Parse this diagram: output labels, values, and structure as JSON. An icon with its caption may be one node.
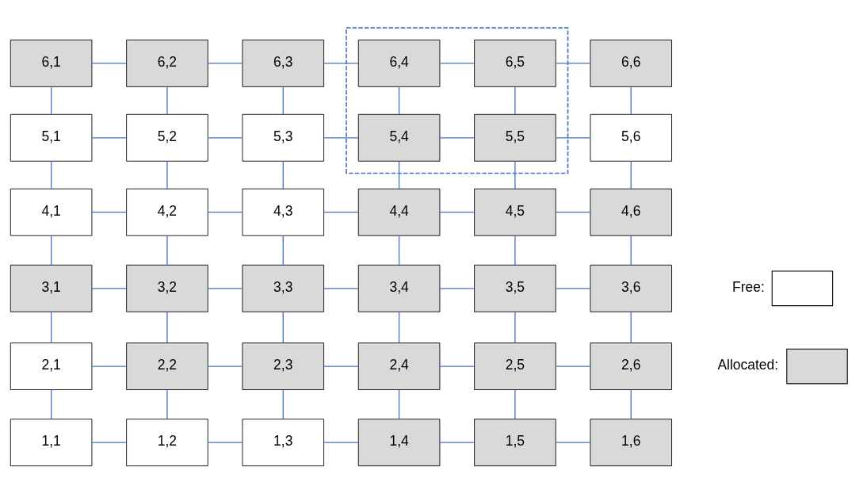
{
  "diagram": {
    "nodes": [
      {
        "text": [],
        "shape": "box"
      },
      {
        "text": [
          "6,1"
        ]
      },
      {
        "text": [
          "6,2"
        ]
      },
      {
        "text": [
          "6,3"
        ]
      },
      {
        "text": [
          "6,4"
        ],
        "in": 0
      },
      {
        "text": [
          "6,5"
        ],
        "in": 0
      },
      {
        "text": [
          "6,6"
        ]
      },
      {
        "text": [
          "5,1"
        ]
      },
      {
        "text": [
          "5,2"
        ]
      },
      {
        "text": [
          "5,3"
        ]
      },
      {
        "text": [
          "5,4"
        ],
        "in": 0
      },
      {
        "text": [
          "5,5"
        ],
        "in": 0
      },
      {
        "text": [
          "5,6"
        ]
      },
      {
        "text": [
          "4,1"
        ]
      },
      {
        "text": [
          "4,2"
        ]
      },
      {
        "text": [
          "4,3"
        ]
      },
      {
        "text": [
          "4,4"
        ]
      },
      {
        "text": [
          "4,5"
        ]
      },
      {
        "text": [
          "4,6"
        ]
      },
      {
        "text": [
          "3,1"
        ]
      },
      {
        "text": [
          "3,2"
        ]
      },
      {
        "text": [
          "3,3"
        ]
      },
      {
        "text": [
          "3,4"
        ]
      },
      {
        "text": [
          "3,5"
        ]
      },
      {
        "text": [
          "3,6"
        ]
      },
      {
        "text": [
          "2,1"
        ]
      },
      {
        "text": [
          "2,2"
        ]
      },
      {
        "text": [
          "2,3"
        ]
      },
      {
        "text": [
          "2,4"
        ]
      },
      {
        "text": [
          "2,5"
        ]
      },
      {
        "text": [
          "2,6"
        ]
      },
      {
        "text": [
          "1,1"
        ]
      },
      {
        "text": [
          "1,2"
        ]
      },
      {
        "text": [
          "1,3"
        ]
      },
      {
        "text": [
          "1,4"
        ]
      },
      {
        "text": [
          "1,5"
        ]
      },
      {
        "text": [
          "1,6"
        ]
      }
    ],
    "edges": [
      {
        "from": 1,
        "to": 2,
        "arrow": "none"
      },
      {
        "from": 2,
        "to": 3,
        "arrow": "none"
      },
      {
        "from": 3,
        "to": 4,
        "arrow": "none"
      },
      {
        "from": 4,
        "to": 5,
        "arrow": "none"
      },
      {
        "from": 5,
        "to": 6,
        "arrow": "none"
      },
      {
        "from": 1,
        "to": 7,
        "arrow": "none"
      },
      {
        "from": 2,
        "to": 8,
        "arrow": "none"
      },
      {
        "from": 3,
        "to": 9,
        "arrow": "none"
      },
      {
        "from": 4,
        "to": 10,
        "arrow": "none"
      },
      {
        "from": 5,
        "to": 11,
        "arrow": "none"
      },
      {
        "from": 6,
        "to": 12,
        "arrow": "none"
      },
      {
        "from": 7,
        "to": 8,
        "arrow": "none"
      },
      {
        "from": 8,
        "to": 9,
        "arrow": "none"
      },
      {
        "from": 9,
        "to": 10,
        "arrow": "none"
      },
      {
        "from": 10,
        "to": 11,
        "arrow": "none"
      },
      {
        "from": 11,
        "to": 12,
        "arrow": "none"
      },
      {
        "from": 7,
        "to": 13,
        "arrow": "none"
      },
      {
        "from": 8,
        "to": 14,
        "arrow": "none"
      },
      {
        "from": 9,
        "to": 15,
        "arrow": "none"
      },
      {
        "from": 10,
        "to": 16,
        "arrow": "none"
      },
      {
        "from": 11,
        "to": 17,
        "arrow": "none"
      },
      {
        "from": 12,
        "to": 18,
        "arrow": "none"
      },
      {
        "from": 13,
        "to": 14,
        "arrow": "none"
      },
      {
        "from": 14,
        "to": 15,
        "arrow": "none"
      },
      {
        "from": 15,
        "to": 16,
        "arrow": "none"
      },
      {
        "from": 16,
        "to": 17,
        "arrow": "none"
      },
      {
        "from": 17,
        "to": 18,
        "arrow": "none"
      },
      {
        "from": 13,
        "to": 19,
        "arrow": "none"
      },
      {
        "from": 14,
        "to": 20,
        "arrow": "none"
      },
      {
        "from": 15,
        "to": 21,
        "arrow": "none"
      },
      {
        "from": 16,
        "to": 22,
        "arrow": "none"
      },
      {
        "from": 17,
        "to": 23,
        "arrow": "none"
      },
      {
        "from": 18,
        "to": 24,
        "arrow": "none"
      },
      {
        "from": 19,
        "to": 20,
        "arrow": "none"
      },
      {
        "from": 20,
        "to": 21,
        "arrow": "none"
      },
      {
        "from": 21,
        "to": 22,
        "arrow": "none"
      },
      {
        "from": 22,
        "to": 23,
        "arrow": "none"
      },
      {
        "from": 23,
        "to": 24,
        "arrow": "none"
      },
      {
        "from": 19,
        "to": 25,
        "arrow": "none"
      },
      {
        "from": 20,
        "to": 26,
        "arrow": "none"
      },
      {
        "from": 21,
        "to": 27,
        "arrow": "none"
      },
      {
        "from": 22,
        "to": 28,
        "arrow": "none"
      },
      {
        "from": 23,
        "to": 29,
        "arrow": "none"
      },
      {
        "from": 24,
        "to": 30,
        "arrow": "none"
      },
      {
        "from": 25,
        "to": 26,
        "arrow": "none"
      },
      {
        "from": 26,
        "to": 27,
        "arrow": "none"
      },
      {
        "from": 27,
        "to": 28,
        "arrow": "none"
      },
      {
        "from": 28,
        "to": 29,
        "arrow": "none"
      },
      {
        "from": 29,
        "to": 30,
        "arrow": "none"
      },
      {
        "from": 25,
        "to": 31,
        "arrow": "none"
      },
      {
        "from": 26,
        "to": 32,
        "arrow": "none"
      },
      {
        "from": 27,
        "to": 33,
        "arrow": "none"
      },
      {
        "from": 28,
        "to": 34,
        "arrow": "none"
      },
      {
        "from": 29,
        "to": 35,
        "arrow": "none"
      },
      {
        "from": 30,
        "to": 36,
        "arrow": "none"
      },
      {
        "from": 31,
        "to": 32,
        "arrow": "none"
      },
      {
        "from": 32,
        "to": 33,
        "arrow": "none"
      },
      {
        "from": 33,
        "to": 34,
        "arrow": "none"
      },
      {
        "from": 34,
        "to": 35,
        "arrow": "none"
      },
      {
        "from": 35,
        "to": 36,
        "arrow": "none"
      }
    ],
    "legend": [
      {
        "text": "Free:",
        "color": "#ffffff"
      },
      {
        "text": "Allocated:",
        "color": "#d9d9d9"
      }
    ]
  }
}
